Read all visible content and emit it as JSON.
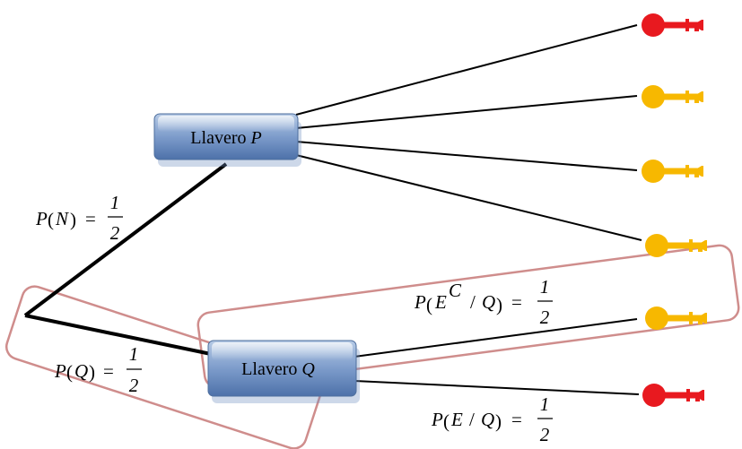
{
  "nodes": {
    "p": {
      "label": "Llavero ",
      "var": "P"
    },
    "q": {
      "label": "Llavero ",
      "var": "Q"
    }
  },
  "formulas": {
    "p_n": {
      "lhs_pre": "P",
      "arg": "N",
      "num": "1",
      "den": "2"
    },
    "p_q": {
      "lhs_pre": "P",
      "arg": "Q",
      "num": "1",
      "den": "2"
    },
    "p_ec_q": {
      "lhs_pre": "P",
      "arg_e": "E",
      "arg_sup": "C",
      "arg_cond": "Q",
      "num": "1",
      "den": "2"
    },
    "p_e_q": {
      "lhs_pre": "P",
      "arg_e": "E",
      "arg_cond": "Q",
      "num": "1",
      "den": "2"
    }
  },
  "keys": [
    {
      "color": "#e8191f",
      "kind": "red"
    },
    {
      "color": "#f7b800",
      "kind": "yellow"
    },
    {
      "color": "#f7b800",
      "kind": "yellow"
    },
    {
      "color": "#f7b800",
      "kind": "yellow"
    },
    {
      "color": "#f7b800",
      "kind": "yellow"
    },
    {
      "color": "#e8191f",
      "kind": "red"
    }
  ],
  "colors": {
    "node_fill_top": "#9fb8dc",
    "node_fill_bottom": "#4a6fa8",
    "highlight_border": "#cf8d8c",
    "key_red": "#e8191f",
    "key_yellow": "#f7b800"
  }
}
